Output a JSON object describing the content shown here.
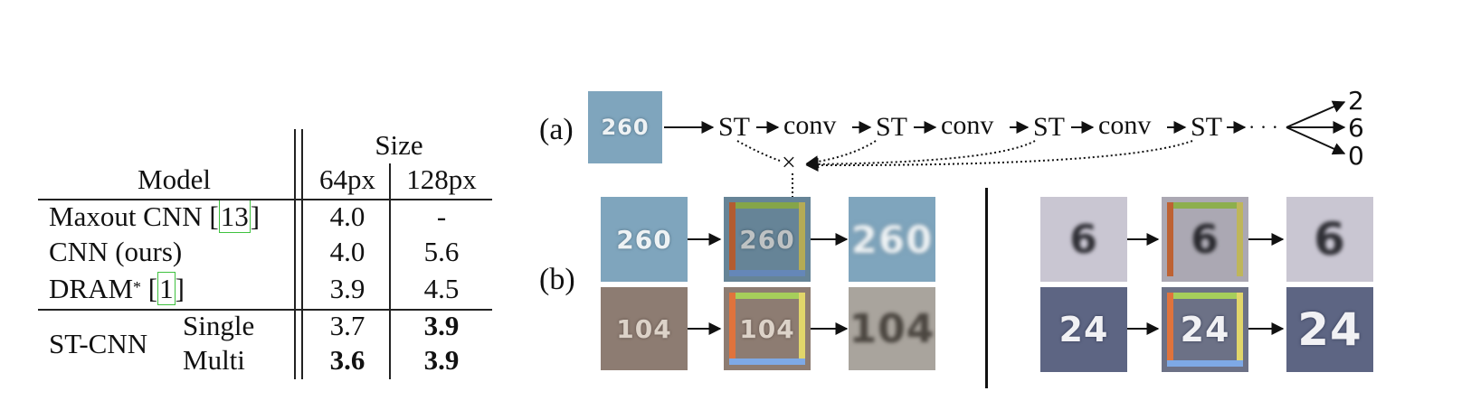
{
  "table": {
    "header_size": "Size",
    "header_model": "Model",
    "col_64": "64px",
    "col_128": "128px",
    "rows": [
      {
        "model": "Maxout CNN",
        "ref": "13",
        "v64": "4.0",
        "v128": "-"
      },
      {
        "model": "CNN (ours)",
        "v64": "4.0",
        "v128": "5.6"
      },
      {
        "model": "DRAM",
        "sup": "*",
        "ref": "1",
        "v64": "3.9",
        "v128": "4.5"
      }
    ],
    "stcnn": {
      "model": "ST-CNN",
      "single_label": "Single",
      "multi_label": "Multi",
      "single_64": "3.7",
      "single_128": "3.9",
      "multi_64": "3.6",
      "multi_128": "3.9"
    }
  },
  "figure": {
    "label_a": "(a)",
    "label_b": "(b)",
    "pipeline": {
      "st": "ST",
      "conv": "conv",
      "ellipsis": "· · ·",
      "multiply": "×",
      "outputs": [
        "2",
        "6",
        "0"
      ]
    },
    "samples": {
      "input_a": "260",
      "b_left_top": "260",
      "b_left_bottom": "104",
      "b_right_top": "6",
      "b_right_bottom": "24"
    },
    "colors": {
      "box_top": "#a6ce5b",
      "box_left": "#e0733c",
      "box_right": "#e1d66a",
      "box_bottom": "#7ea9e6"
    }
  }
}
